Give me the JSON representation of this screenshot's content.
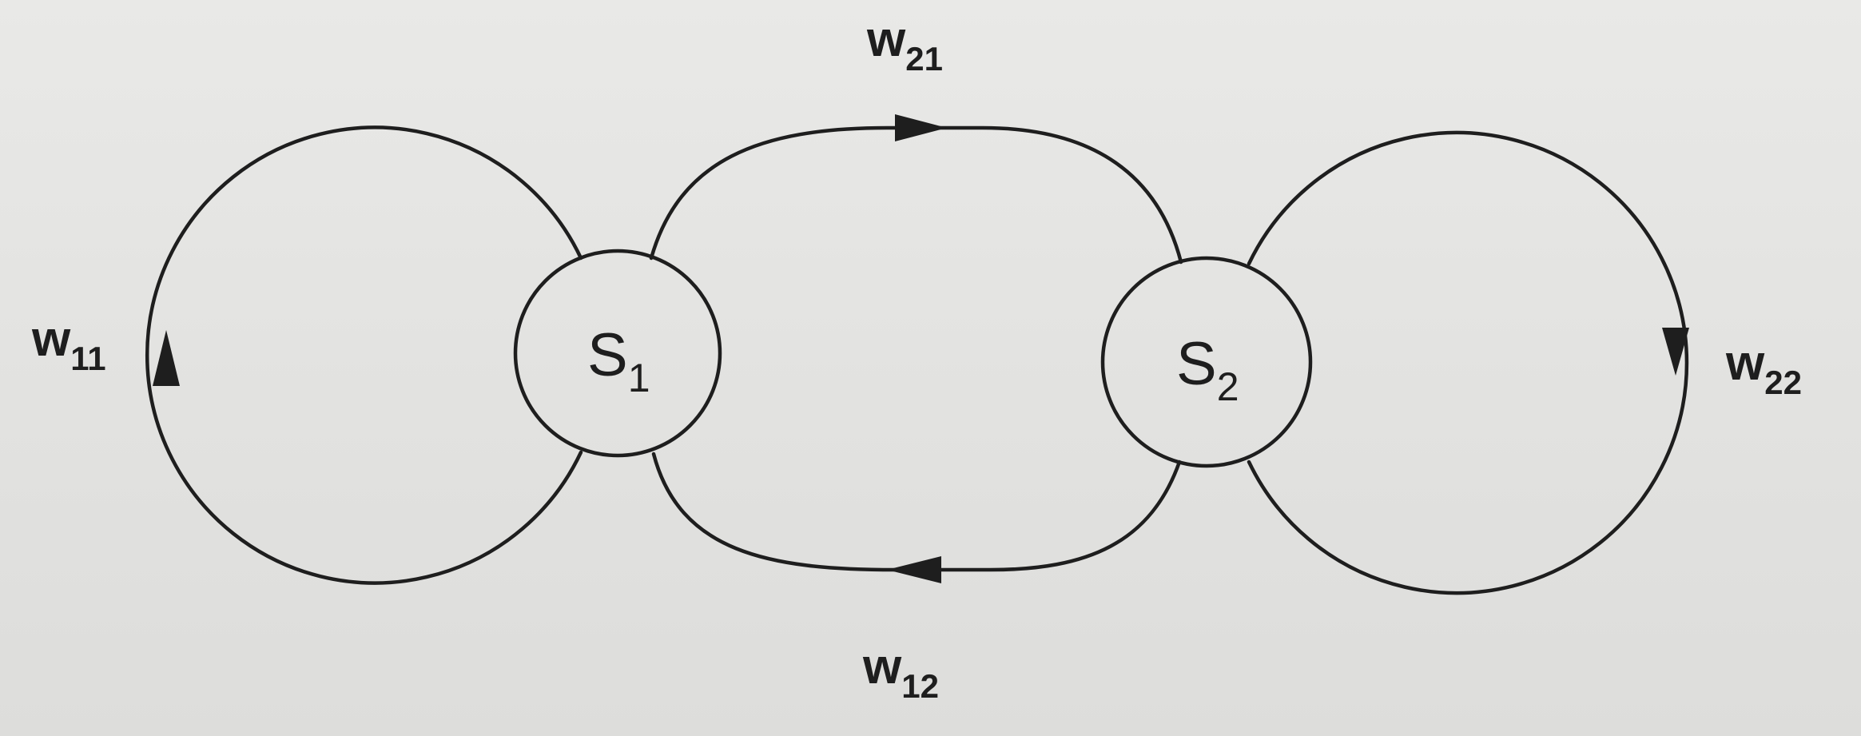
{
  "nodes": [
    {
      "id": "s1",
      "base": "S",
      "sub": "1"
    },
    {
      "id": "s2",
      "base": "S",
      "sub": "2"
    }
  ],
  "edges": [
    {
      "id": "w11",
      "base": "w",
      "sub": "11",
      "from": "s1",
      "to": "s1"
    },
    {
      "id": "w21",
      "base": "w",
      "sub": "21",
      "from": "s1",
      "to": "s2"
    },
    {
      "id": "w12",
      "base": "w",
      "sub": "12",
      "from": "s2",
      "to": "s1"
    },
    {
      "id": "w22",
      "base": "w",
      "sub": "22",
      "from": "s2",
      "to": "s2"
    }
  ],
  "colors": {
    "stroke": "#1e1e1e",
    "paper": "#e6e6e4"
  }
}
